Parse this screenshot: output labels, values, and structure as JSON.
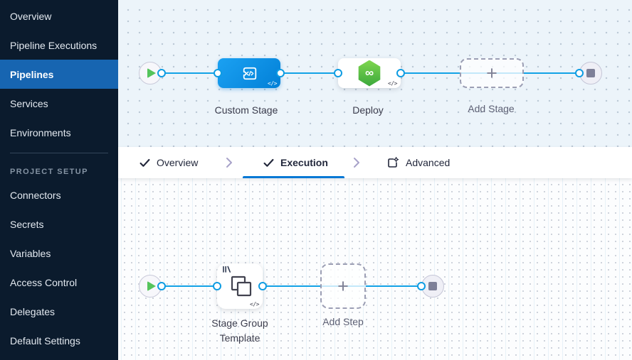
{
  "colors": {
    "sidebar_bg": "#0b1b2d",
    "sidebar_selected_bg": "#1765b1",
    "accent_blue": "#0278d5",
    "edge_blue": "#12a2e6",
    "custom_stage_blue": "#0b92e8",
    "deploy_green": "#4cba45",
    "play_green": "#55c45c",
    "canvas_top_bg": "#ecf4fa",
    "canvas_bottom_bg": "#fcfdfe"
  },
  "sidebar": {
    "items": [
      {
        "label": "Overview"
      },
      {
        "label": "Pipeline Executions"
      },
      {
        "label": "Pipelines"
      },
      {
        "label": "Services"
      },
      {
        "label": "Environments"
      }
    ],
    "section_header": "PROJECT SETUP",
    "setup_items": [
      {
        "label": "Connectors"
      },
      {
        "label": "Secrets"
      },
      {
        "label": "Variables"
      },
      {
        "label": "Access Control"
      },
      {
        "label": "Delegates"
      },
      {
        "label": "Default Settings"
      }
    ]
  },
  "tabs": {
    "overview": "Overview",
    "execution": "Execution",
    "advanced": "Advanced"
  },
  "stage_pipeline": {
    "nodes": [
      {
        "label": "Custom Stage",
        "icon": "custom-stage-icon"
      },
      {
        "label": "Deploy",
        "icon": "deploy-hexagon-icon"
      },
      {
        "label": "Add Stage",
        "icon": "plus-icon"
      }
    ]
  },
  "step_pipeline": {
    "nodes": [
      {
        "label": "Stage Group Template",
        "icon": "stage-group-icon"
      },
      {
        "label": "Add Step",
        "icon": "plus-icon"
      }
    ]
  },
  "glyphs": {
    "code_badge": "</>",
    "plus": "+",
    "infinity": "∞"
  }
}
